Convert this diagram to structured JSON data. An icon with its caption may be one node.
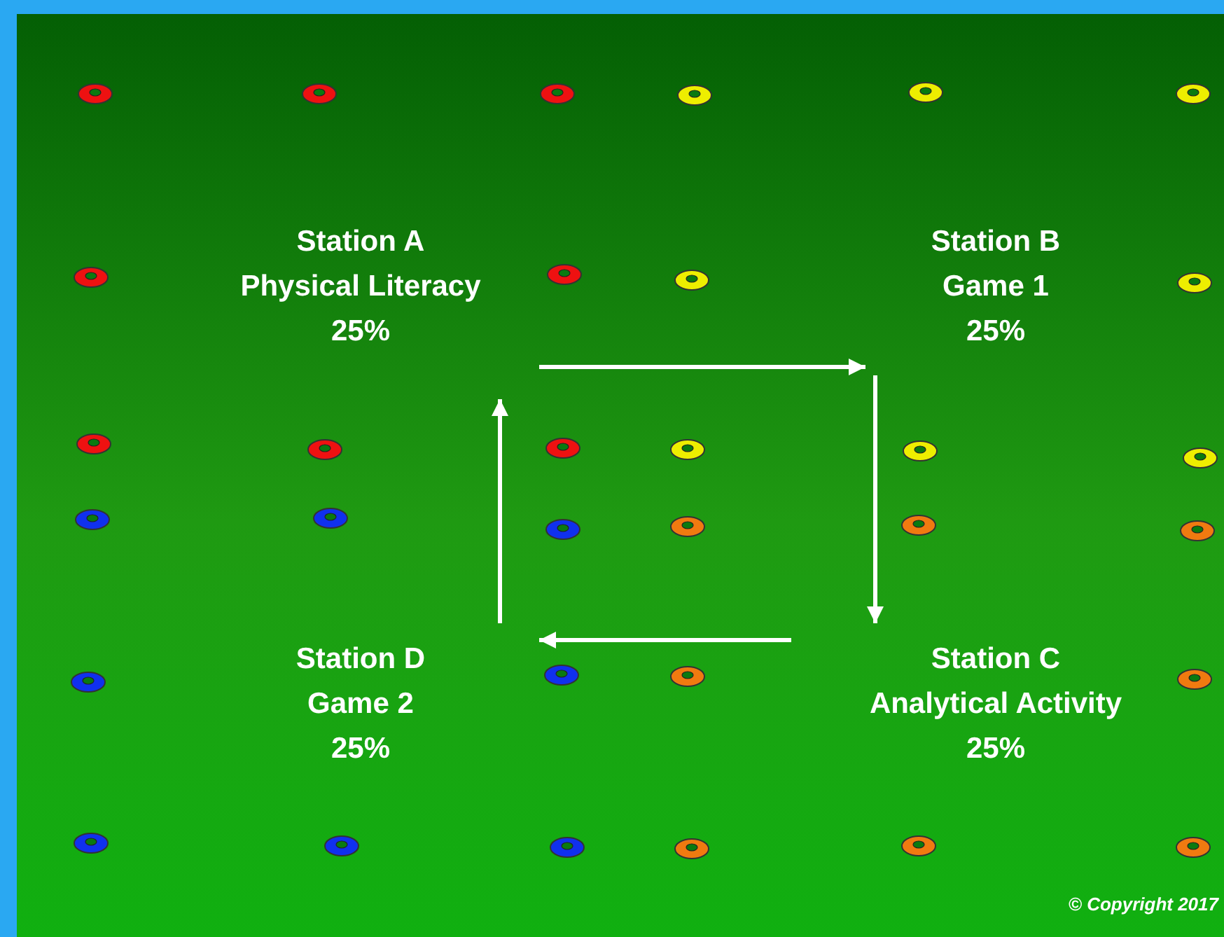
{
  "diagram": {
    "nodes": [
      {
        "text": [
          "Station A",
          "Physical Literacy",
          "25%"
        ]
      },
      {
        "text": [
          "Station B",
          "Game 1",
          "25%"
        ]
      },
      {
        "text": [
          "Station D",
          "Game 2",
          "25%"
        ]
      },
      {
        "text": [
          "Station C",
          "Analytical Activity",
          "25%"
        ]
      }
    ],
    "edges": [
      {
        "from": 0,
        "to": 1,
        "arrow": "to"
      },
      {
        "from": 1,
        "to": 3,
        "arrow": "to"
      },
      {
        "from": 3,
        "to": 2,
        "arrow": "to"
      },
      {
        "from": 2,
        "to": 0,
        "arrow": "to"
      }
    ],
    "labels": [
      "© Copyright 2017"
    ]
  }
}
